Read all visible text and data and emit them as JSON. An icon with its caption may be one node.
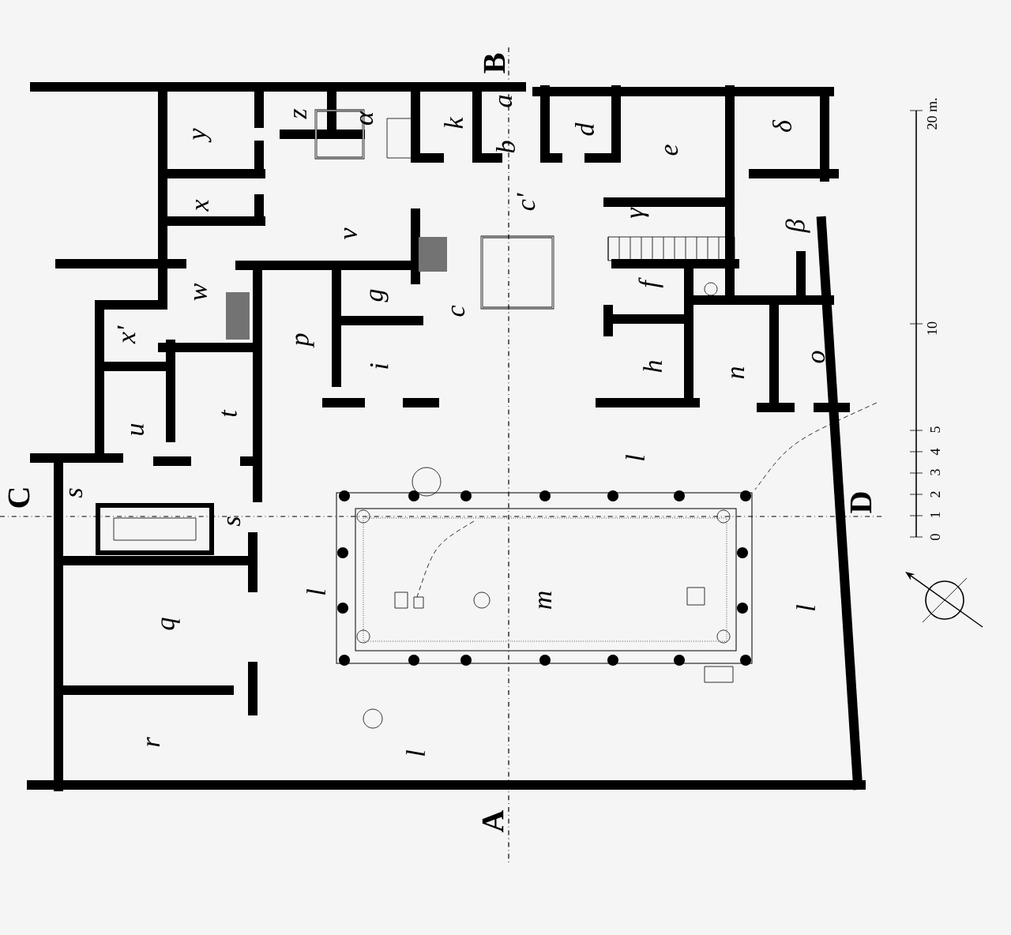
{
  "diagram": {
    "labels": [
      "B",
      "z",
      "α",
      "k",
      "a",
      "d",
      "e",
      "δ",
      "20 m.",
      "y",
      "b",
      "x",
      "c'",
      "γ",
      "β",
      "v",
      "w",
      "g",
      "c",
      "f",
      "x'",
      "p",
      "10",
      "i",
      "h",
      "n",
      "o",
      "u",
      "t",
      "5",
      "4",
      "3",
      "2",
      "1",
      "0",
      "l",
      "C",
      "s",
      "D",
      "s",
      "l",
      "q",
      "m",
      "l",
      "r",
      "l",
      "A"
    ]
  }
}
